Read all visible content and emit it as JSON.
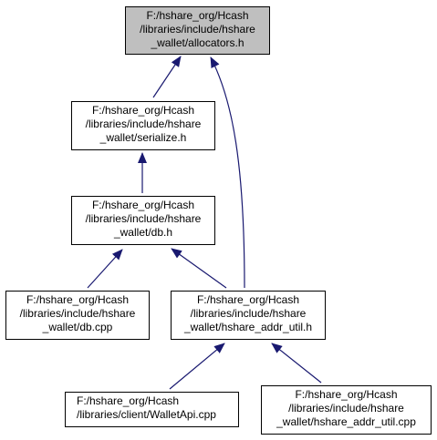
{
  "diagram": {
    "colors": {
      "edge": "#191970",
      "box_border": "#000000",
      "current_fill": "#bfbfbf",
      "box_fill": "#ffffff"
    },
    "nodes": [
      {
        "id": "allocators",
        "current": true,
        "lines": [
          "F:/hshare_org/Hcash",
          "/libraries/include/hshare",
          "_wallet/allocators.h"
        ]
      },
      {
        "id": "serialize",
        "current": false,
        "lines": [
          "F:/hshare_org/Hcash",
          "/libraries/include/hshare",
          "_wallet/serialize.h"
        ]
      },
      {
        "id": "db_h",
        "current": false,
        "lines": [
          "F:/hshare_org/Hcash",
          "/libraries/include/hshare",
          "_wallet/db.h"
        ]
      },
      {
        "id": "db_cpp",
        "current": false,
        "lines": [
          "F:/hshare_org/Hcash",
          "/libraries/include/hshare",
          "_wallet/db.cpp"
        ]
      },
      {
        "id": "addr_util_h",
        "current": false,
        "lines": [
          "F:/hshare_org/Hcash",
          "/libraries/include/hshare",
          "_wallet/hshare_addr_util.h"
        ]
      },
      {
        "id": "walletapi",
        "current": false,
        "lines": [
          "F:/hshare_org/Hcash",
          "/libraries/client/WalletApi.cpp"
        ]
      },
      {
        "id": "addr_util_cpp",
        "current": false,
        "lines": [
          "F:/hshare_org/Hcash",
          "/libraries/include/hshare",
          "_wallet/hshare_addr_util.cpp"
        ]
      }
    ],
    "edges": [
      {
        "from": "serialize",
        "to": "allocators"
      },
      {
        "from": "addr_util_h",
        "to": "allocators"
      },
      {
        "from": "db_h",
        "to": "serialize"
      },
      {
        "from": "db_cpp",
        "to": "db_h"
      },
      {
        "from": "addr_util_h",
        "to": "db_h"
      },
      {
        "from": "walletapi",
        "to": "addr_util_h"
      },
      {
        "from": "addr_util_cpp",
        "to": "addr_util_h"
      }
    ]
  }
}
